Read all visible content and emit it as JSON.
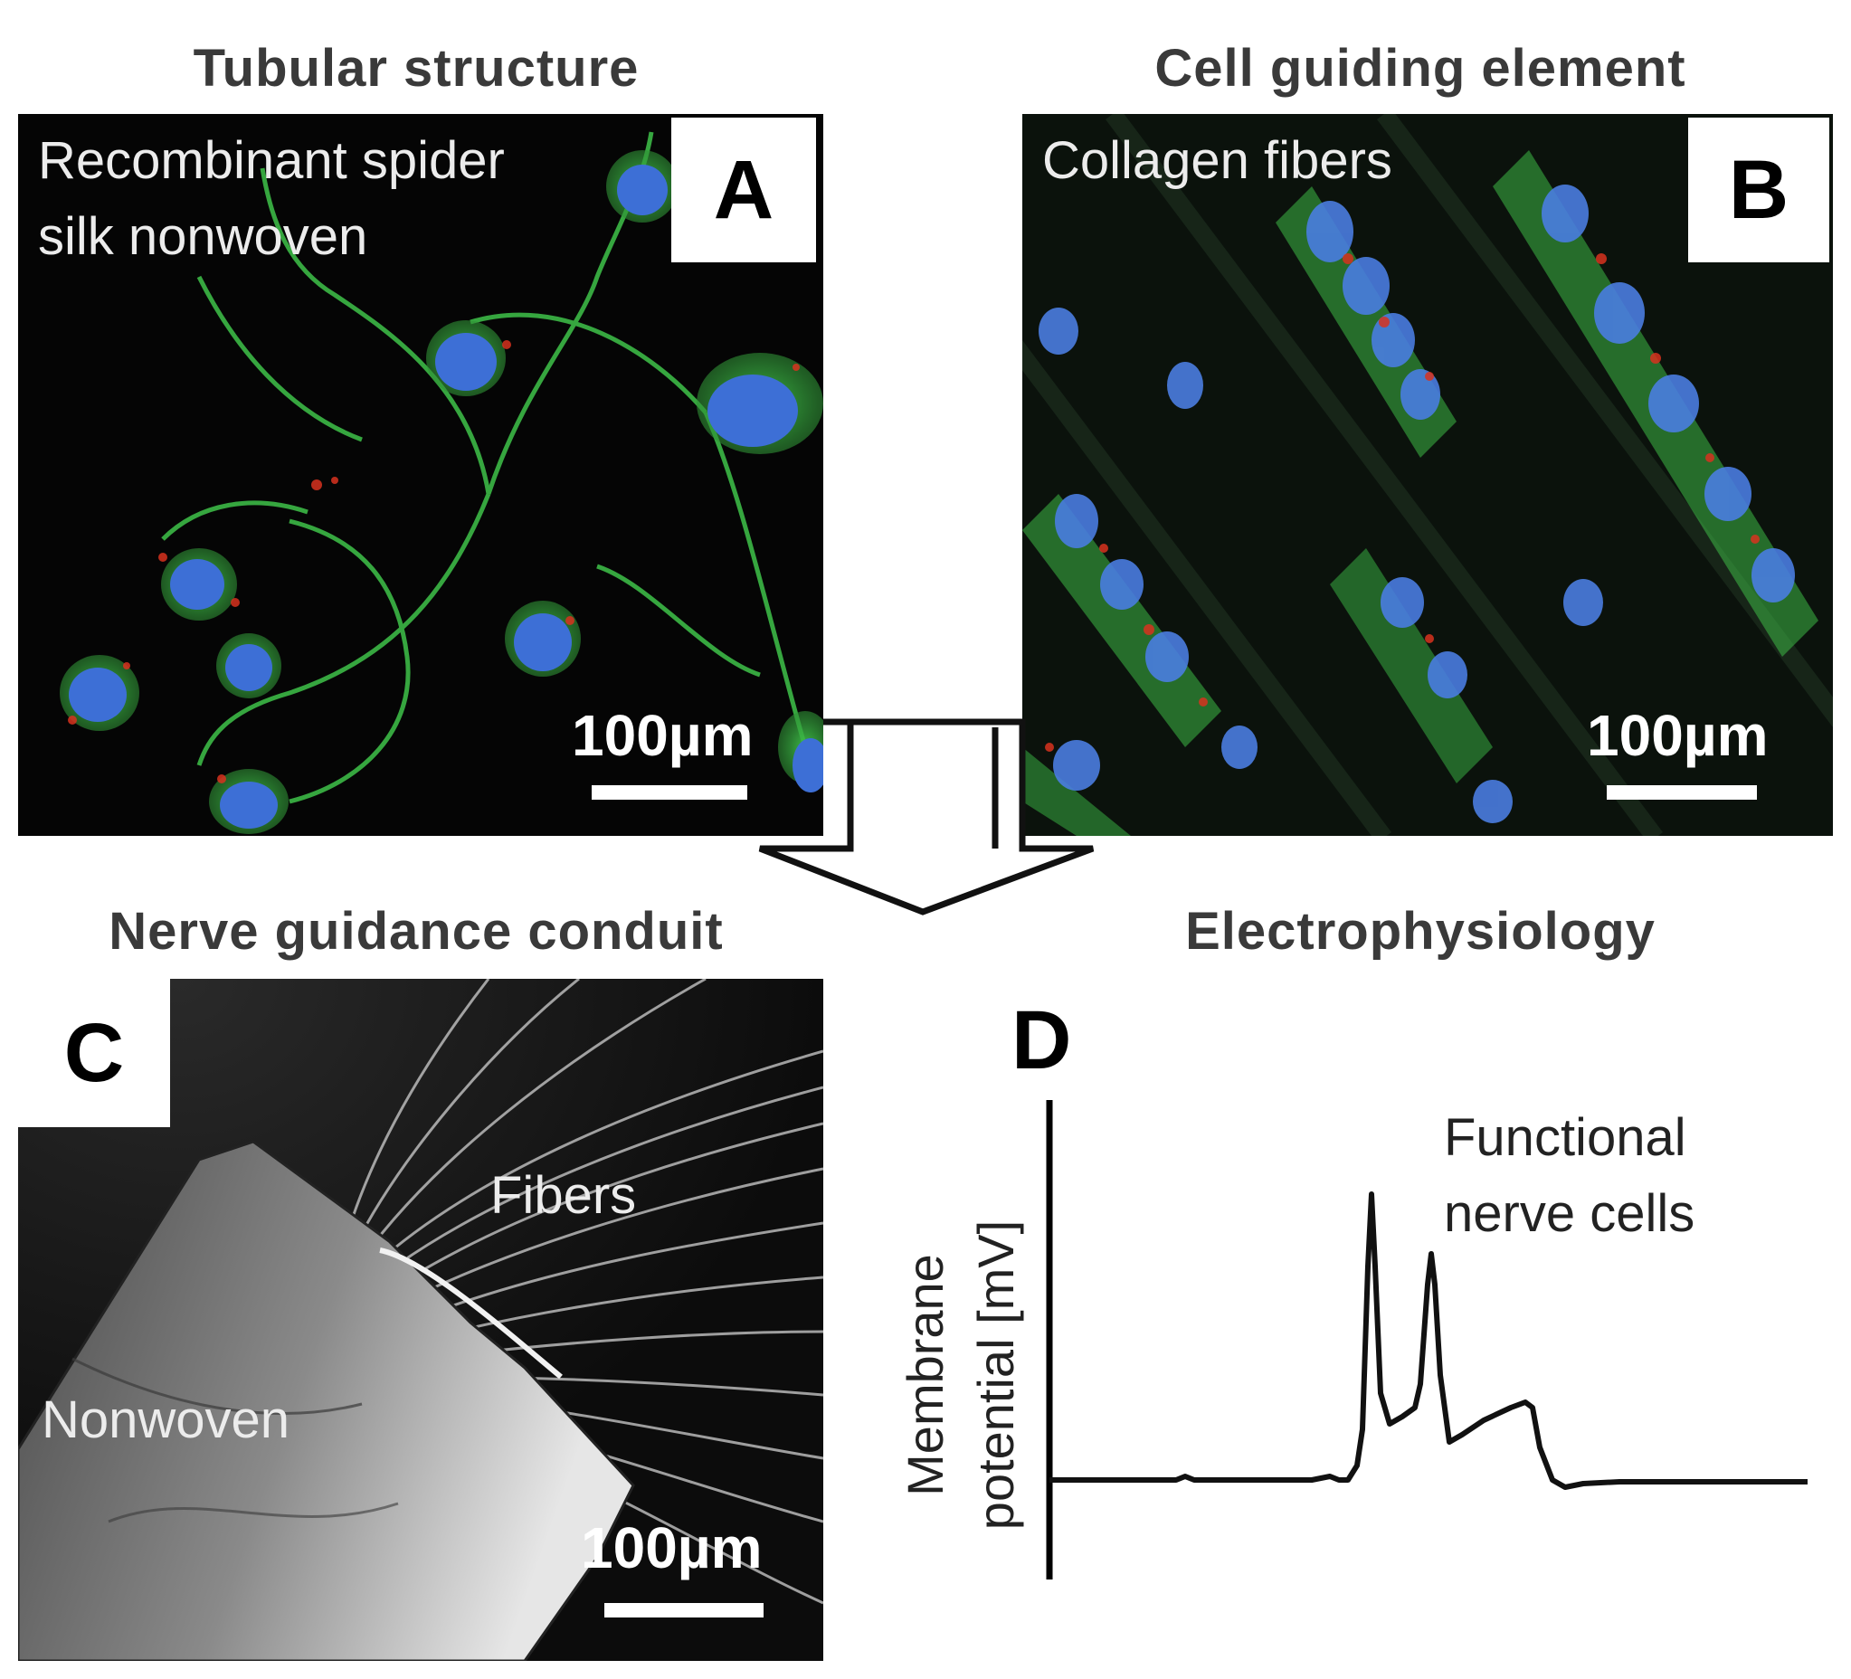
{
  "panels": {
    "a": {
      "heading": "Tubular structure",
      "letter": "A",
      "caption_line1": "Recombinant spider",
      "caption_line2": "silk nonwoven",
      "scale": "100µm"
    },
    "b": {
      "heading": "Cell guiding element",
      "letter": "B",
      "caption": "Collagen fibers",
      "scale": "100µm"
    },
    "c": {
      "heading": "Nerve guidance conduit",
      "letter": "C",
      "label_fibers": "Fibers",
      "label_nonwoven": "Nonwoven",
      "scale": "100µm"
    },
    "d": {
      "heading": "Electrophysiology",
      "letter": "D",
      "ylabel_line1": "Membrane",
      "ylabel_line2": "potential [mV]",
      "annotation_line1": "Functional",
      "annotation_line2": "nerve cells"
    }
  },
  "colors": {
    "nuclei": "#3d6fd6",
    "actin": "#3fc34a",
    "marker": "#d8321f",
    "background_fluorescence": "#050505",
    "sem_background": "#111111"
  }
}
